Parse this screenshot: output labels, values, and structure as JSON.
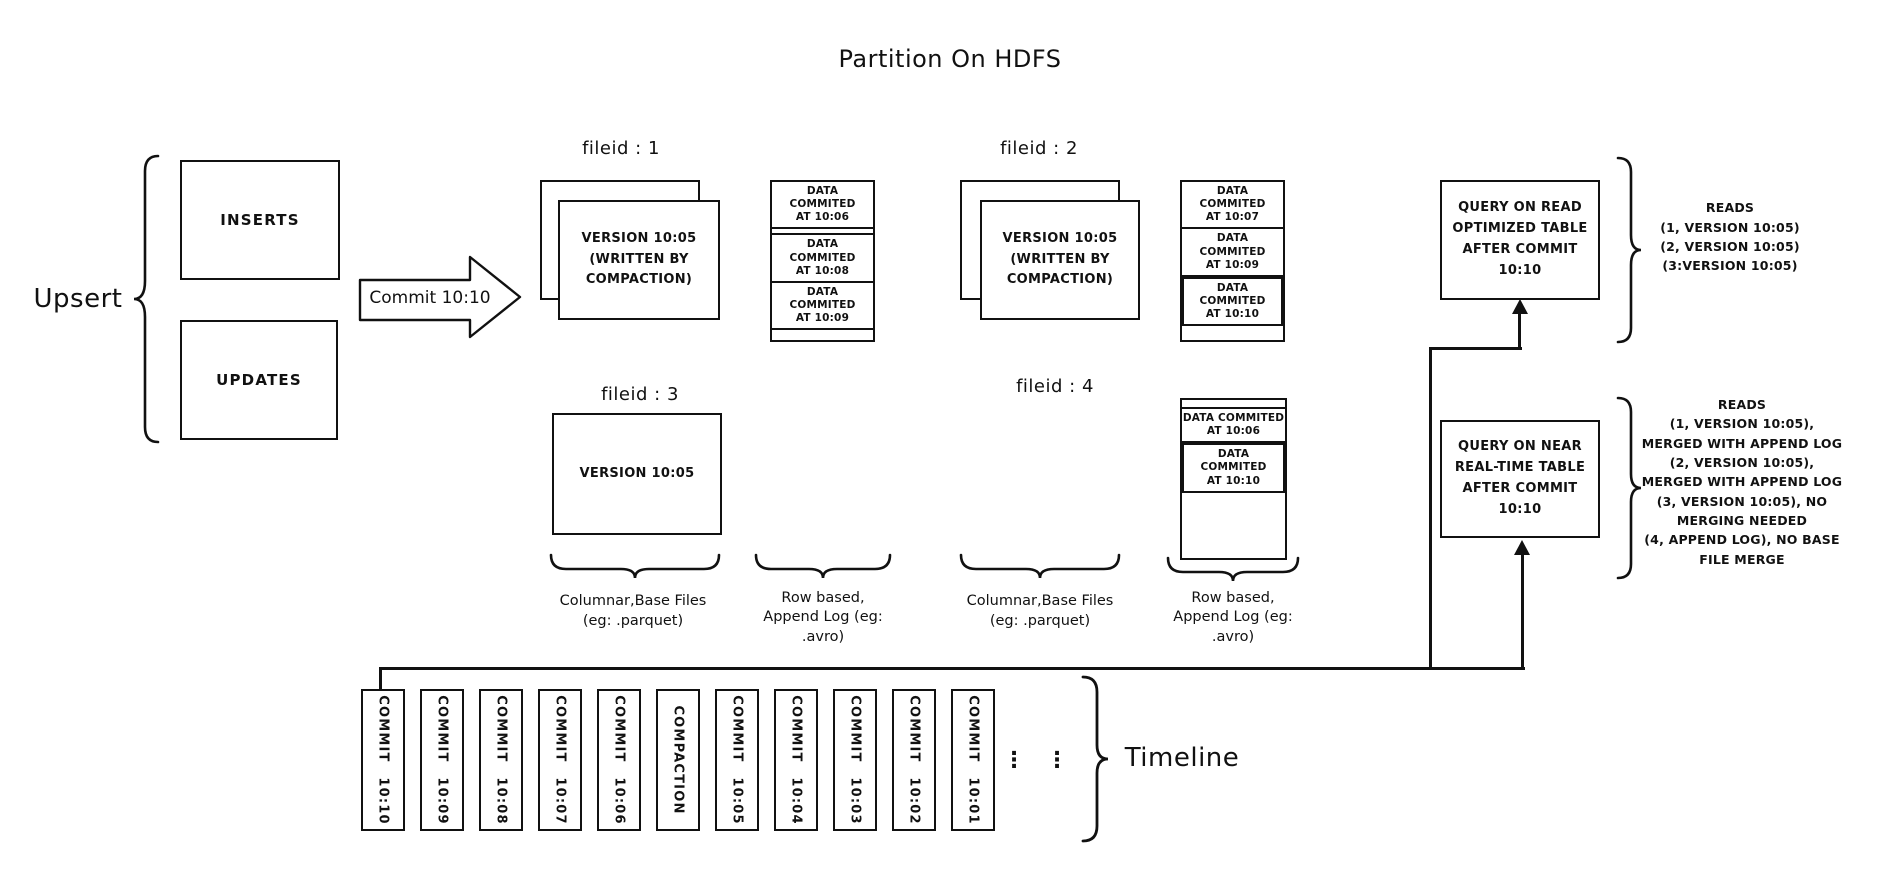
{
  "title": "Partition On HDFS",
  "upsert": {
    "label": "Upsert",
    "inserts": "INSERTS",
    "updates": "UPDATES"
  },
  "commit_arrow_label": "Commit 10:10",
  "file_groups": {
    "f1": {
      "label": "fileid : 1",
      "version": [
        "VERSION 10:05",
        "(WRITTEN BY",
        "COMPACTION)"
      ]
    },
    "f2": {
      "label": "fileid : 2",
      "version": [
        "VERSION 10:05",
        "(WRITTEN BY",
        "COMPACTION)"
      ]
    },
    "f3": {
      "label": "fileid : 3",
      "version": [
        "VERSION 10:05"
      ]
    },
    "f4": {
      "label": "fileid : 4"
    }
  },
  "append_logs": {
    "log1": {
      "cells": [
        [
          "DATA COMMITED",
          "AT 10:06"
        ],
        [
          "DATA COMMITED",
          "AT 10:08"
        ],
        [
          "DATA COMMITED",
          "AT 10:09"
        ]
      ]
    },
    "log2": {
      "cells": [
        [
          "DATA COMMITED",
          "AT 10:07"
        ],
        [
          "DATA COMMITED",
          "AT 10:09"
        ],
        [
          "DATA COMMITED",
          "AT 10:10"
        ]
      ]
    },
    "log4": {
      "cells": [
        [
          "DATA COMMITED",
          "AT 10:06"
        ],
        [
          "DATA COMMITED",
          "AT 10:10"
        ]
      ]
    }
  },
  "captions": {
    "columnar1": [
      "Columnar,Base Files",
      "(eg: .parquet)"
    ],
    "row_based1": [
      "Row based,",
      "Append Log  (eg:",
      ".avro)"
    ],
    "columnar2": [
      "Columnar,Base Files",
      "(eg: .parquet)"
    ],
    "row_based2": [
      "Row based,",
      "Append Log  (eg:",
      ".avro)"
    ]
  },
  "queries": {
    "read_optimized": {
      "box": [
        "QUERY ON READ",
        "OPTIMIZED TABLE",
        "AFTER COMMIT",
        "10:10"
      ],
      "reads": [
        "READS",
        "(1, VERSION 10:05)",
        "(2, VERSION 10:05)",
        "(3:VERSION 10:05)"
      ]
    },
    "near_real_time": {
      "box": [
        "QUERY ON NEAR",
        "REAL-TIME TABLE",
        "AFTER COMMIT",
        "10:10"
      ],
      "reads": [
        "READS",
        "(1, VERSION 10:05),",
        "MERGED WITH APPEND LOG",
        "(2, VERSION 10:05),",
        "MERGED WITH APPEND LOG",
        "(3, VERSION 10:05), NO",
        "MERGING NEEDED",
        "(4, APPEND LOG), NO BASE",
        "FILE MERGE"
      ]
    }
  },
  "timeline": {
    "label": "Timeline",
    "ellipsis": "⋮",
    "entries": [
      "COMMIT 10:10",
      "COMMIT 10:09",
      "COMMIT 10:08",
      "COMMIT 10:07",
      "COMMIT 10:06",
      "COMPACTION",
      "COMMIT 10:05",
      "COMMIT 10:04",
      "COMMIT 10:03",
      "COMMIT 10:02",
      "COMMIT 10:01"
    ]
  },
  "colors": {
    "ink": "#111111",
    "background": "#ffffff"
  }
}
